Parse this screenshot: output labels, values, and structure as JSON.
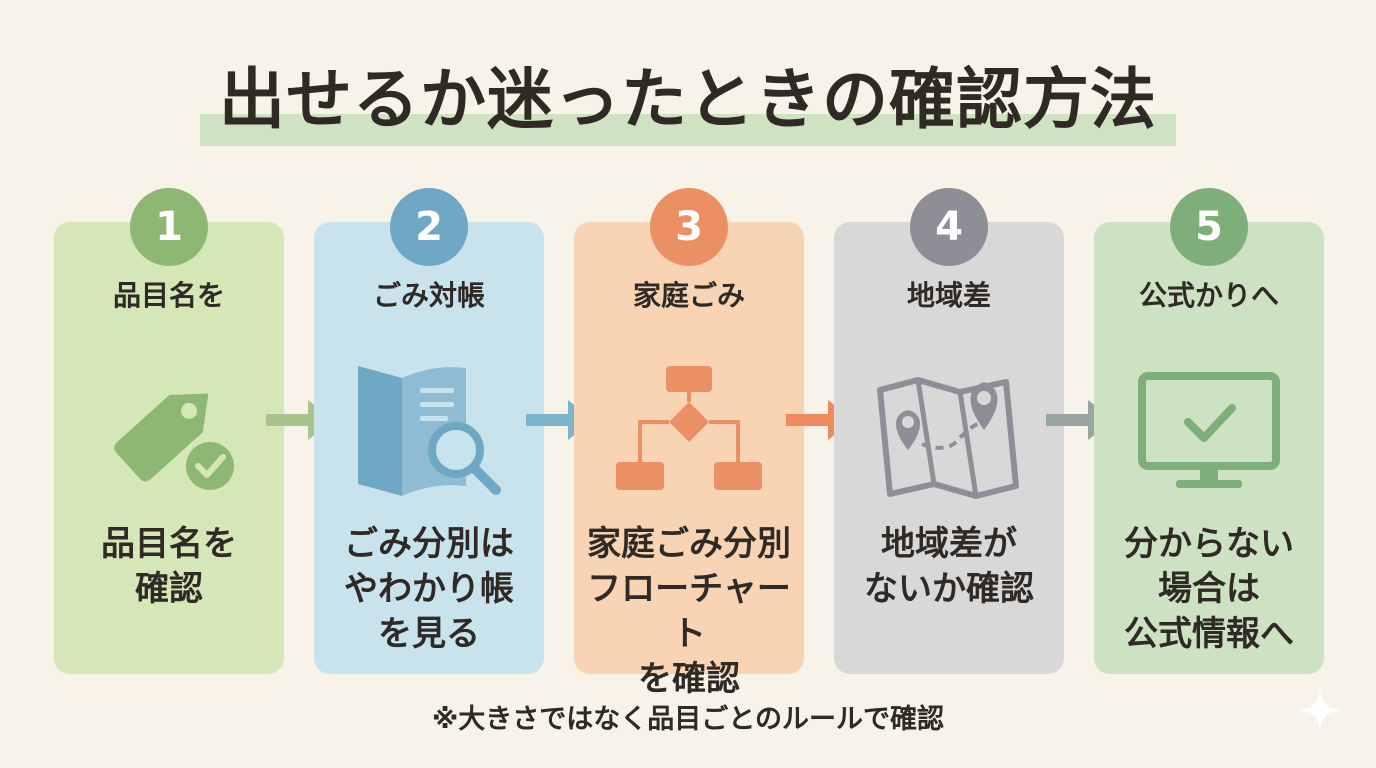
{
  "title": "出せるか迷ったときの確認方法",
  "steps": [
    {
      "number": "1",
      "heading": "品目名を",
      "body": "品目名を\n確認",
      "icon": "tag-check-icon",
      "color": "#8fb774",
      "card_color": "#d5e6b7"
    },
    {
      "number": "2",
      "heading": "ごみ対帳",
      "body": "ごみ分別は\nやわかり帳\nを見る",
      "icon": "booklet-search-icon",
      "color": "#6fa8c4",
      "card_color": "#c9e3ec"
    },
    {
      "number": "3",
      "heading": "家庭ごみ",
      "body": "家庭ごみ分別\nフローチャート\nを確認",
      "icon": "flowchart-icon",
      "color": "#eb8f64",
      "card_color": "#f8d4b5"
    },
    {
      "number": "4",
      "heading": "地域差",
      "body": "地域差が\nないか確認",
      "icon": "map-pins-icon",
      "color": "#8e8f96",
      "card_color": "#d9d8d8"
    },
    {
      "number": "5",
      "heading": "公式かりへ",
      "body": "分からない\n場合は\n公式情報へ",
      "icon": "monitor-check-icon",
      "color": "#7eae7a",
      "card_color": "#cde2c3"
    }
  ],
  "note": "※大きさではなく品目ごとのルールで確認"
}
